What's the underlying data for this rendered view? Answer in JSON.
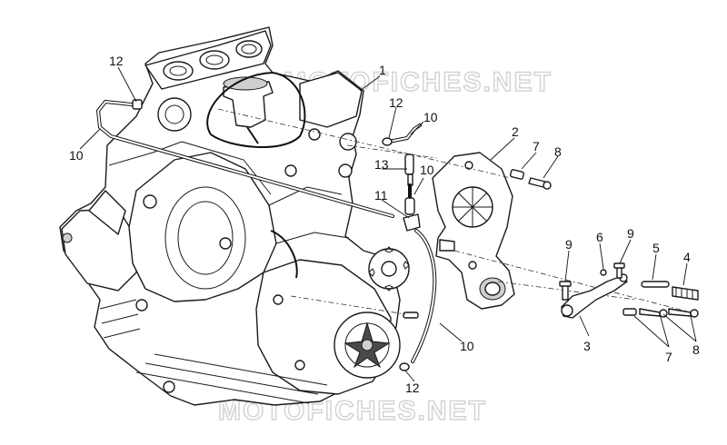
{
  "watermark": {
    "top": "MOTOFICHES.NET",
    "bottom": "MOTOFICHES.NET"
  },
  "callouts": [
    {
      "id": "c1",
      "label": "1"
    },
    {
      "id": "c2",
      "label": "2"
    },
    {
      "id": "c3",
      "label": "3"
    },
    {
      "id": "c4",
      "label": "4"
    },
    {
      "id": "c5",
      "label": "5"
    },
    {
      "id": "c6",
      "label": "6"
    },
    {
      "id": "c7a",
      "label": "7"
    },
    {
      "id": "c7b",
      "label": "7"
    },
    {
      "id": "c8a",
      "label": "8"
    },
    {
      "id": "c8b",
      "label": "8"
    },
    {
      "id": "c9a",
      "label": "9"
    },
    {
      "id": "c9b",
      "label": "9"
    },
    {
      "id": "c10a",
      "label": "10"
    },
    {
      "id": "c10b",
      "label": "10"
    },
    {
      "id": "c10c",
      "label": "10"
    },
    {
      "id": "c10d",
      "label": "10"
    },
    {
      "id": "c11",
      "label": "11"
    },
    {
      "id": "c12a",
      "label": "12"
    },
    {
      "id": "c12b",
      "label": "12"
    },
    {
      "id": "c12c",
      "label": "12"
    },
    {
      "id": "c13",
      "label": "13"
    }
  ]
}
